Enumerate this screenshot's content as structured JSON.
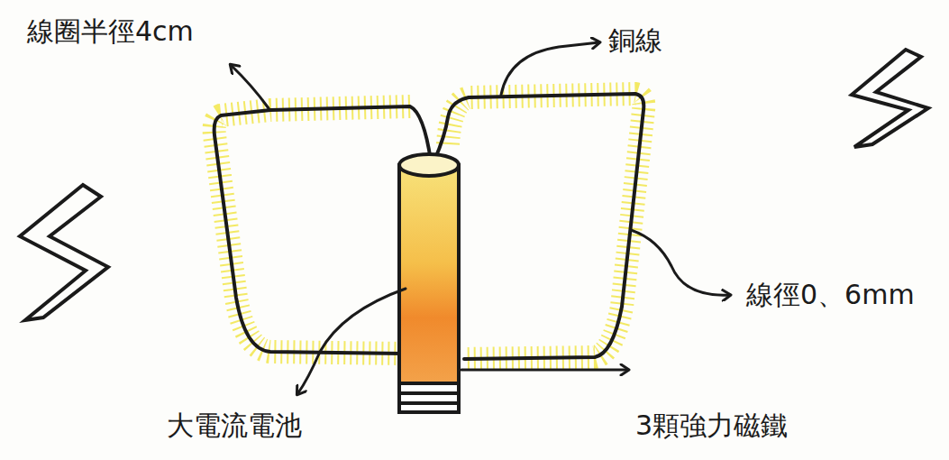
{
  "diagram": {
    "labels": [
      "線圈半徑4cm",
      "銅線",
      "線徑0、6mm",
      "大電流電池",
      "3顆強力磁鐵"
    ]
  }
}
